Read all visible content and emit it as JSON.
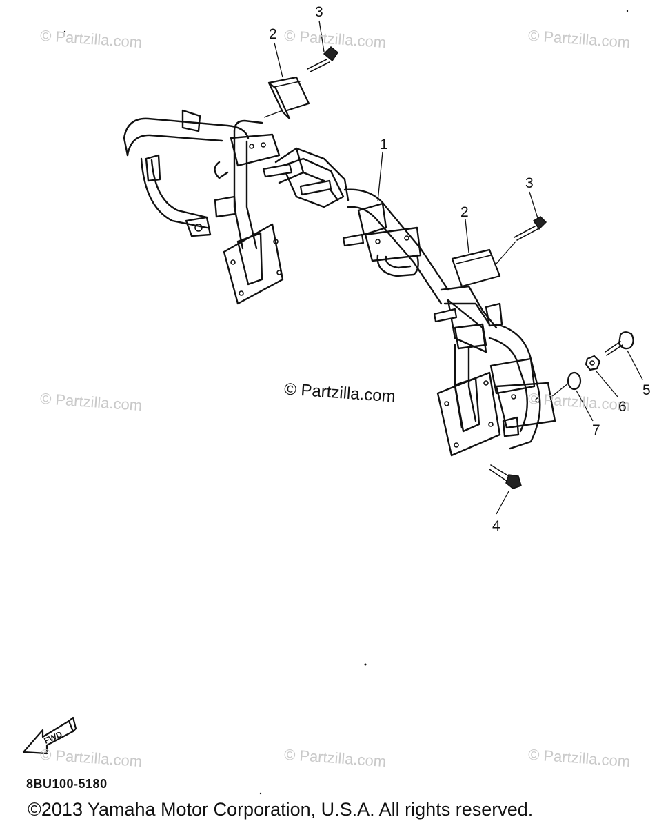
{
  "watermark_text": "© Partzilla.com",
  "center_watermark": "© Partzilla.com",
  "callouts": {
    "c1": "1",
    "c2a": "2",
    "c2b": "2",
    "c3a": "3",
    "c3b": "3",
    "c4": "4",
    "c5": "5",
    "c6": "6",
    "c7": "7"
  },
  "fwd_label": "FWD",
  "diagram_code": "8BU100-5180",
  "copyright": "©2013  Yamaha Motor Corporation, U.S.A. All rights reserved."
}
